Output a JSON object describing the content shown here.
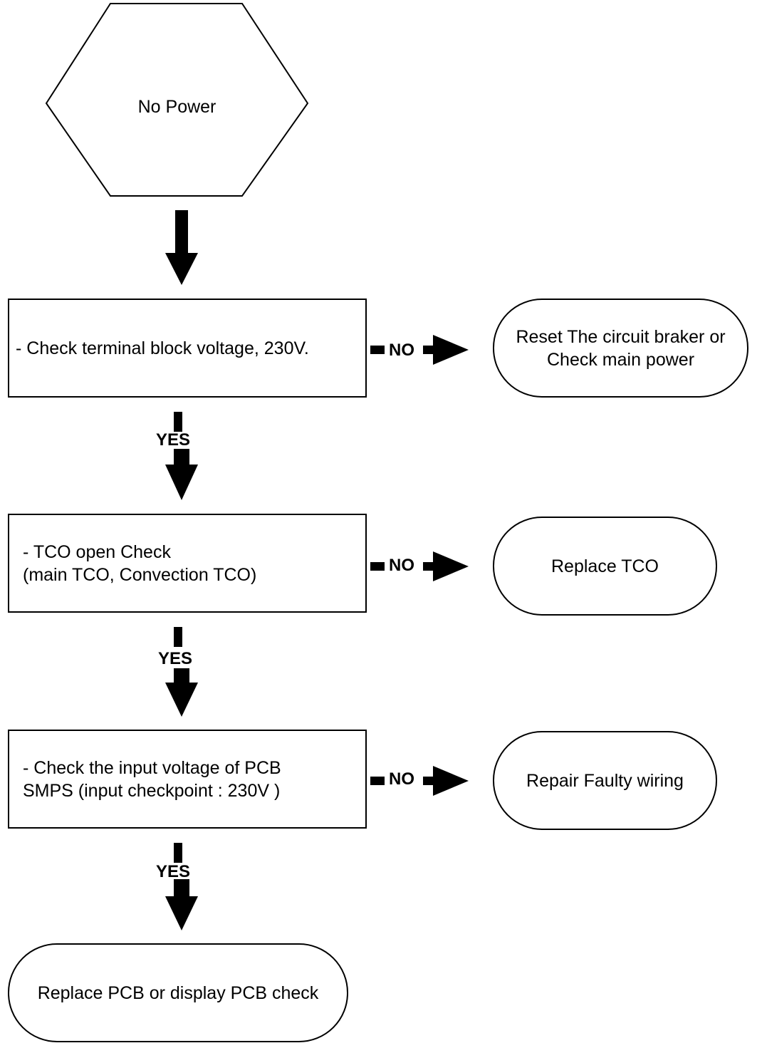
{
  "flowchart": {
    "start": {
      "label": "No Power"
    },
    "steps": [
      {
        "check": "- Check terminal block voltage, 230V.",
        "no_label": "NO",
        "no_action": "Reset The circuit braker or\nCheck main power",
        "yes_label": "YES"
      },
      {
        "check": "- TCO open Check\n  (main TCO, Convection TCO)",
        "no_label": "NO",
        "no_action": "Replace TCO",
        "yes_label": "YES"
      },
      {
        "check": "- Check the input voltage of PCB\n  SMPS (input checkpoint : 230V )",
        "no_label": "NO",
        "no_action": "Repair Faulty wiring",
        "yes_label": "YES"
      }
    ],
    "end": {
      "label": "Replace PCB or display PCB check"
    }
  }
}
